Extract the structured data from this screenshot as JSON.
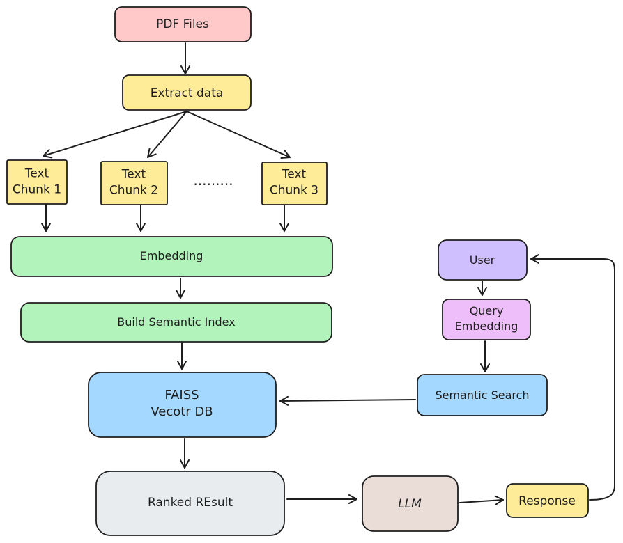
{
  "nodes": {
    "pdf_files": {
      "lines": [
        "PDF Files"
      ],
      "color": "#ffc9c9"
    },
    "extract_data": {
      "lines": [
        "Extract data"
      ],
      "color": "#ffec99"
    },
    "chunk1": {
      "lines": [
        "Text",
        "Chunk 1"
      ],
      "color": "#ffec99"
    },
    "chunk2": {
      "lines": [
        "Text",
        "Chunk 2"
      ],
      "color": "#ffec99"
    },
    "chunk3": {
      "lines": [
        "Text",
        "Chunk 3"
      ],
      "color": "#ffec99"
    },
    "ellipsis": {
      "lines": [
        "........."
      ]
    },
    "embedding": {
      "lines": [
        "Embedding"
      ],
      "color": "#b2f2bb"
    },
    "build_index": {
      "lines": [
        "Build Semantic Index"
      ],
      "color": "#b2f2bb"
    },
    "faiss": {
      "lines": [
        "FAISS",
        "Vecotr DB"
      ],
      "color": "#a5d8ff"
    },
    "ranked_result": {
      "lines": [
        "Ranked REsult"
      ],
      "color": "#e9ecef"
    },
    "llm": {
      "lines": [
        "LLM"
      ],
      "color": "#eaddd7"
    },
    "response": {
      "lines": [
        "Response"
      ],
      "color": "#ffec99"
    },
    "user": {
      "lines": [
        "User"
      ],
      "color": "#d0bfff"
    },
    "query_embedding": {
      "lines": [
        "Query",
        "Embedding"
      ],
      "color": "#eebefa"
    },
    "semantic_search": {
      "lines": [
        "Semantic Search"
      ],
      "color": "#a5d8ff"
    }
  }
}
